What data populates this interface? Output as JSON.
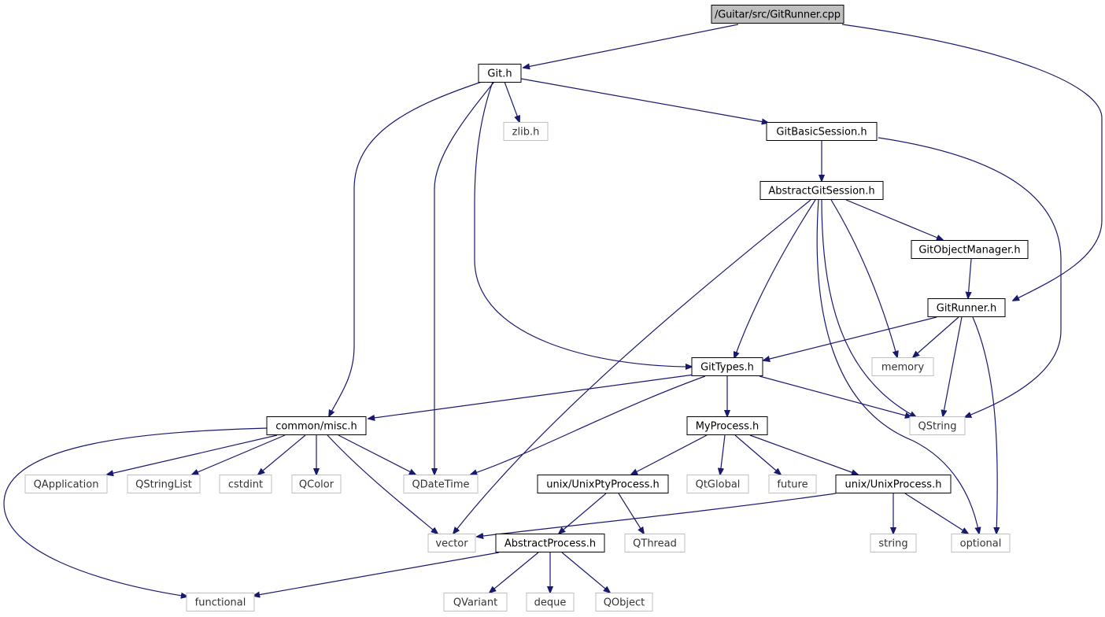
{
  "graph": {
    "kind": "include dependency graph",
    "root": "/Guitar/src/GitRunner.cpp",
    "colors": {
      "edge": "#191970",
      "project_border": "#000000",
      "system_border": "#bfbfbf",
      "root_fill": "#bfbfbf"
    },
    "nodes": [
      {
        "id": "root",
        "label": "/Guitar/src/GitRunner.cpp",
        "kind": "root"
      },
      {
        "id": "git_h",
        "label": "Git.h",
        "kind": "project"
      },
      {
        "id": "zlib_h",
        "label": "zlib.h",
        "kind": "system"
      },
      {
        "id": "gitbasicsession_h",
        "label": "GitBasicSession.h",
        "kind": "project"
      },
      {
        "id": "abstractgitsession_h",
        "label": "AbstractGitSession.h",
        "kind": "project"
      },
      {
        "id": "gitobjectmanager_h",
        "label": "GitObjectManager.h",
        "kind": "project"
      },
      {
        "id": "gitrunner_h",
        "label": "GitRunner.h",
        "kind": "project"
      },
      {
        "id": "gittypes_h",
        "label": "GitTypes.h",
        "kind": "project"
      },
      {
        "id": "memory",
        "label": "memory",
        "kind": "system"
      },
      {
        "id": "common_misc_h",
        "label": "common/misc.h",
        "kind": "project"
      },
      {
        "id": "myprocess_h",
        "label": "MyProcess.h",
        "kind": "project"
      },
      {
        "id": "qstring",
        "label": "QString",
        "kind": "system"
      },
      {
        "id": "qapplication",
        "label": "QApplication",
        "kind": "system"
      },
      {
        "id": "qstringlist",
        "label": "QStringList",
        "kind": "system"
      },
      {
        "id": "cstdint",
        "label": "cstdint",
        "kind": "system"
      },
      {
        "id": "qcolor",
        "label": "QColor",
        "kind": "system"
      },
      {
        "id": "qdatetime",
        "label": "QDateTime",
        "kind": "system"
      },
      {
        "id": "unixptyprocess_h",
        "label": "unix/UnixPtyProcess.h",
        "kind": "project"
      },
      {
        "id": "qtglobal",
        "label": "QtGlobal",
        "kind": "system"
      },
      {
        "id": "future",
        "label": "future",
        "kind": "system"
      },
      {
        "id": "unixprocess_h",
        "label": "unix/UnixProcess.h",
        "kind": "project"
      },
      {
        "id": "vector",
        "label": "vector",
        "kind": "system"
      },
      {
        "id": "abstractprocess_h",
        "label": "AbstractProcess.h",
        "kind": "project"
      },
      {
        "id": "qthread",
        "label": "QThread",
        "kind": "system"
      },
      {
        "id": "string",
        "label": "string",
        "kind": "system"
      },
      {
        "id": "optional",
        "label": "optional",
        "kind": "system"
      },
      {
        "id": "functional",
        "label": "functional",
        "kind": "system"
      },
      {
        "id": "qvariant",
        "label": "QVariant",
        "kind": "system"
      },
      {
        "id": "deque",
        "label": "deque",
        "kind": "system"
      },
      {
        "id": "qobject",
        "label": "QObject",
        "kind": "system"
      }
    ],
    "edges": [
      {
        "from": "root",
        "to": "git_h"
      },
      {
        "from": "root",
        "to": "gitrunner_h"
      },
      {
        "from": "git_h",
        "to": "zlib_h"
      },
      {
        "from": "git_h",
        "to": "gitbasicsession_h"
      },
      {
        "from": "git_h",
        "to": "common_misc_h"
      },
      {
        "from": "git_h",
        "to": "qdatetime"
      },
      {
        "from": "git_h",
        "to": "gittypes_h"
      },
      {
        "from": "gitbasicsession_h",
        "to": "abstractgitsession_h"
      },
      {
        "from": "gitbasicsession_h",
        "to": "qstring"
      },
      {
        "from": "abstractgitsession_h",
        "to": "gitobjectmanager_h"
      },
      {
        "from": "abstractgitsession_h",
        "to": "gittypes_h"
      },
      {
        "from": "abstractgitsession_h",
        "to": "vector"
      },
      {
        "from": "abstractgitsession_h",
        "to": "memory"
      },
      {
        "from": "abstractgitsession_h",
        "to": "qstring"
      },
      {
        "from": "abstractgitsession_h",
        "to": "optional"
      },
      {
        "from": "gitobjectmanager_h",
        "to": "gitrunner_h"
      },
      {
        "from": "gitrunner_h",
        "to": "gittypes_h"
      },
      {
        "from": "gitrunner_h",
        "to": "memory"
      },
      {
        "from": "gitrunner_h",
        "to": "qstring"
      },
      {
        "from": "gitrunner_h",
        "to": "optional"
      },
      {
        "from": "gittypes_h",
        "to": "common_misc_h"
      },
      {
        "from": "gittypes_h",
        "to": "qdatetime"
      },
      {
        "from": "gittypes_h",
        "to": "myprocess_h"
      },
      {
        "from": "gittypes_h",
        "to": "qstring"
      },
      {
        "from": "common_misc_h",
        "to": "functional"
      },
      {
        "from": "common_misc_h",
        "to": "qapplication"
      },
      {
        "from": "common_misc_h",
        "to": "qstringlist"
      },
      {
        "from": "common_misc_h",
        "to": "cstdint"
      },
      {
        "from": "common_misc_h",
        "to": "qcolor"
      },
      {
        "from": "common_misc_h",
        "to": "qdatetime"
      },
      {
        "from": "common_misc_h",
        "to": "vector"
      },
      {
        "from": "myprocess_h",
        "to": "unixptyprocess_h"
      },
      {
        "from": "myprocess_h",
        "to": "qtglobal"
      },
      {
        "from": "myprocess_h",
        "to": "future"
      },
      {
        "from": "myprocess_h",
        "to": "unixprocess_h"
      },
      {
        "from": "unixptyprocess_h",
        "to": "abstractprocess_h"
      },
      {
        "from": "unixptyprocess_h",
        "to": "qthread"
      },
      {
        "from": "unixprocess_h",
        "to": "vector"
      },
      {
        "from": "unixprocess_h",
        "to": "string"
      },
      {
        "from": "unixprocess_h",
        "to": "optional"
      },
      {
        "from": "abstractprocess_h",
        "to": "functional"
      },
      {
        "from": "abstractprocess_h",
        "to": "qvariant"
      },
      {
        "from": "abstractprocess_h",
        "to": "deque"
      },
      {
        "from": "abstractprocess_h",
        "to": "qobject"
      }
    ]
  }
}
